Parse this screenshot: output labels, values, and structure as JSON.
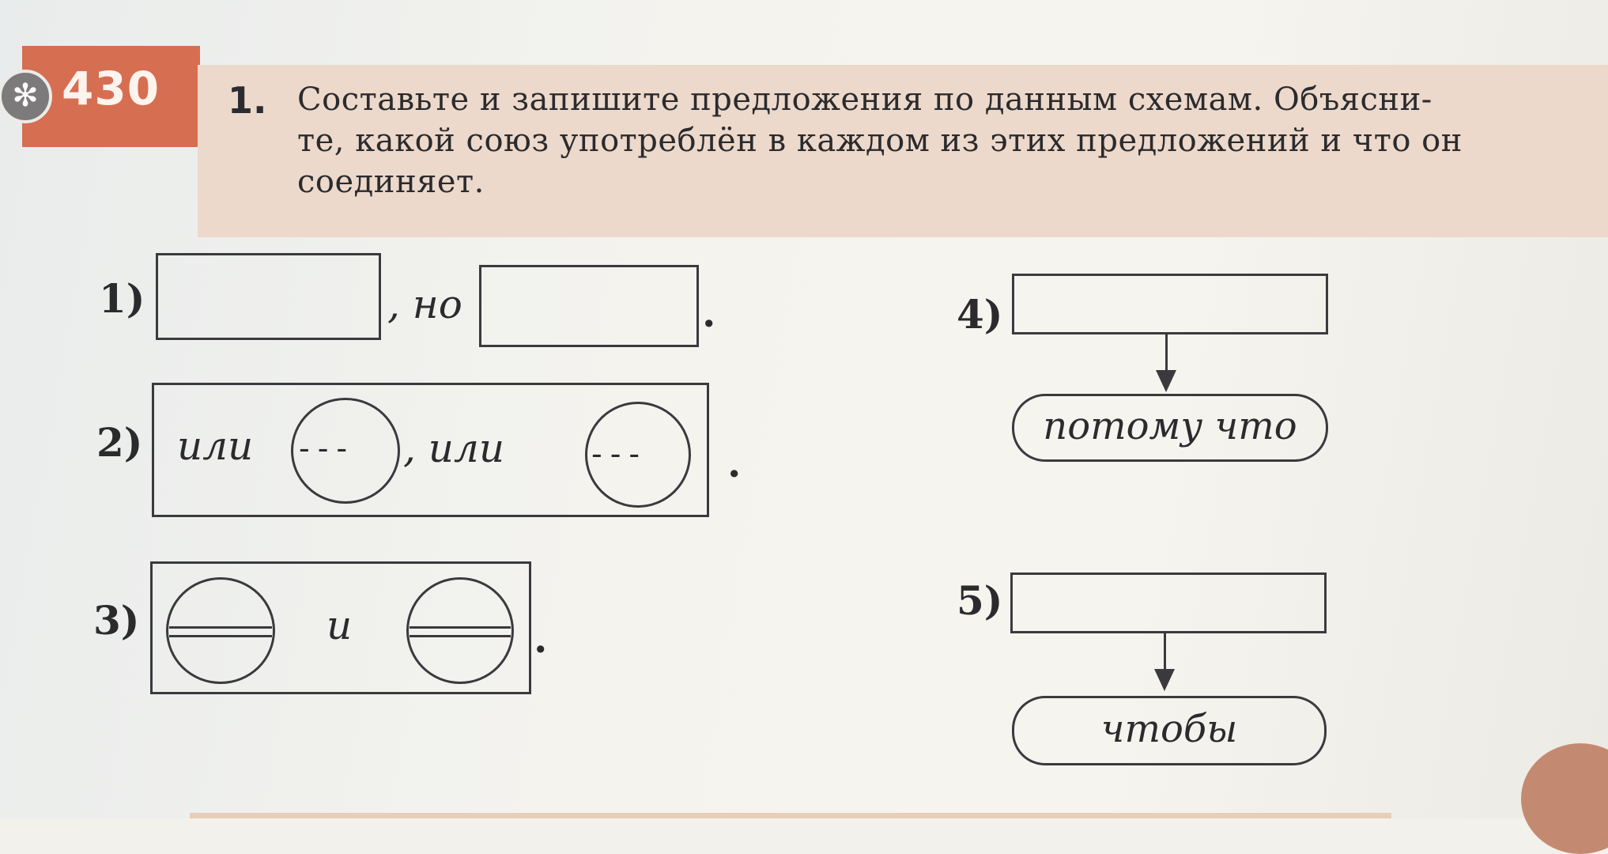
{
  "exercise": {
    "number": "430",
    "badge_glyph": "✻",
    "task_number": "1.",
    "task_text": "Составьте и запишите предложения по данным схемам. Объясни-\nте, какой союз употреблён в каждом из этих предложений и что он\nсоединяет."
  },
  "schemes": {
    "s1": {
      "label": "1)",
      "conj": ", но",
      "end": "."
    },
    "s2": {
      "label": "2)",
      "conj_a": "или",
      "conj_b": ", или",
      "dashes": "---",
      "end": "."
    },
    "s3": {
      "label": "3)",
      "conj": "и",
      "end": "."
    },
    "s4": {
      "label": "4)",
      "conj": "потому что"
    },
    "s5": {
      "label": "5)",
      "conj": "чтобы"
    }
  },
  "colors": {
    "number_block": "#d66e52",
    "task_band": "#ecd9cb",
    "line": "#3a3a3e"
  }
}
